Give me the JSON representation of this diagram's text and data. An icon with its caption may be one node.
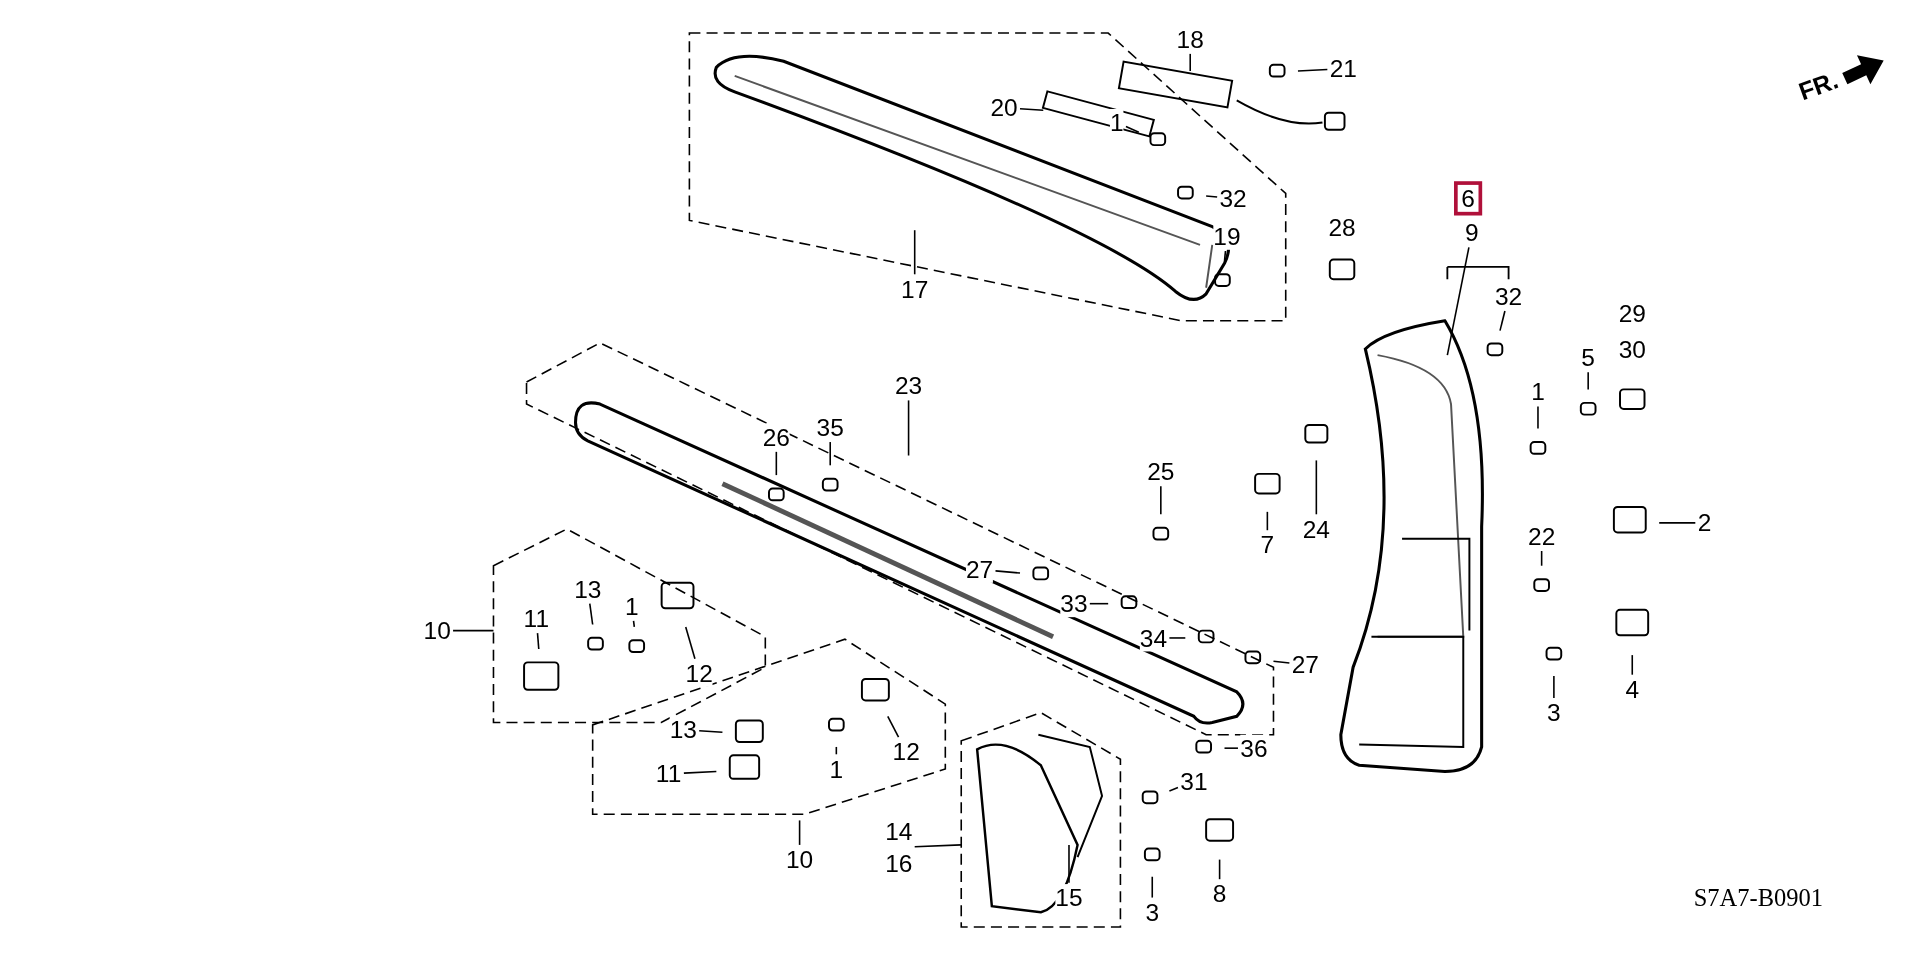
{
  "diagram": {
    "nodes": [
      {
        "text": [
          "18"
        ]
      },
      {
        "text": [
          "21"
        ]
      },
      {
        "text": [
          "20"
        ]
      },
      {
        "text": [
          "1"
        ]
      },
      {
        "text": [
          "6"
        ]
      },
      {
        "text": [
          "32"
        ]
      },
      {
        "text": [
          "9"
        ]
      },
      {
        "text": [
          "19"
        ]
      },
      {
        "text": [
          "17"
        ]
      },
      {
        "text": [
          "32"
        ]
      },
      {
        "text": [
          "5"
        ]
      },
      {
        "text": [
          "23"
        ]
      },
      {
        "text": [
          "1"
        ]
      },
      {
        "text": [
          "35"
        ]
      },
      {
        "text": [
          "26"
        ]
      },
      {
        "text": [
          "25"
        ]
      },
      {
        "text": [
          "2"
        ]
      },
      {
        "text": [
          "24"
        ]
      },
      {
        "text": [
          "22"
        ]
      },
      {
        "text": [
          "7"
        ]
      },
      {
        "text": [
          "27"
        ]
      },
      {
        "text": [
          "13"
        ]
      },
      {
        "text": [
          "33"
        ]
      },
      {
        "text": [
          "1"
        ]
      },
      {
        "text": [
          "11"
        ]
      },
      {
        "text": [
          "10"
        ]
      },
      {
        "text": [
          "34"
        ]
      },
      {
        "text": [
          "27"
        ]
      },
      {
        "text": [
          "12"
        ]
      },
      {
        "text": [
          "4"
        ]
      },
      {
        "text": [
          "3"
        ]
      },
      {
        "text": [
          "13"
        ]
      },
      {
        "text": [
          "36"
        ]
      },
      {
        "text": [
          "12"
        ]
      },
      {
        "text": [
          "1"
        ]
      },
      {
        "text": [
          "11"
        ]
      },
      {
        "text": [
          "31"
        ]
      },
      {
        "text": [
          "14",
          "16"
        ]
      },
      {
        "text": [
          "10"
        ]
      },
      {
        "text": [
          "8"
        ]
      },
      {
        "text": [
          "15"
        ]
      },
      {
        "text": [
          "3"
        ]
      }
    ],
    "edges": [
      {
        "from": 0,
        "to": null,
        "arrow": "none"
      },
      {
        "from": 1,
        "to": null,
        "arrow": "none"
      },
      {
        "from": 2,
        "to": null,
        "arrow": "none"
      },
      {
        "from": 3,
        "to": null,
        "arrow": "none"
      },
      {
        "from": 5,
        "to": null,
        "arrow": "none"
      },
      {
        "from": 6,
        "to": null,
        "arrow": "none"
      },
      {
        "from": 7,
        "to": null,
        "arrow": "none"
      },
      {
        "from": 8,
        "to": null,
        "arrow": "none"
      },
      {
        "from": 9,
        "to": null,
        "arrow": "none"
      },
      {
        "from": 10,
        "to": null,
        "arrow": "none"
      },
      {
        "from": 11,
        "to": null,
        "arrow": "none"
      },
      {
        "from": 12,
        "to": null,
        "arrow": "none"
      },
      {
        "from": 13,
        "to": null,
        "arrow": "none"
      },
      {
        "from": 14,
        "to": null,
        "arrow": "none"
      },
      {
        "from": 15,
        "to": null,
        "arrow": "none"
      },
      {
        "from": 16,
        "to": null,
        "arrow": "none"
      },
      {
        "from": 17,
        "to": null,
        "arrow": "none"
      },
      {
        "from": 18,
        "to": null,
        "arrow": "none"
      },
      {
        "from": 19,
        "to": null,
        "arrow": "none"
      },
      {
        "from": 20,
        "to": null,
        "arrow": "none"
      },
      {
        "from": 21,
        "to": null,
        "arrow": "none"
      },
      {
        "from": 22,
        "to": null,
        "arrow": "none"
      },
      {
        "from": 23,
        "to": null,
        "arrow": "none"
      },
      {
        "from": 24,
        "to": null,
        "arrow": "none"
      },
      {
        "from": 25,
        "to": null,
        "arrow": "none"
      },
      {
        "from": 26,
        "to": null,
        "arrow": "none"
      },
      {
        "from": 27,
        "to": null,
        "arrow": "none"
      },
      {
        "from": 28,
        "to": null,
        "arrow": "none"
      },
      {
        "from": 29,
        "to": null,
        "arrow": "none"
      },
      {
        "from": 30,
        "to": null,
        "arrow": "none"
      },
      {
        "from": 31,
        "to": null,
        "arrow": "none"
      },
      {
        "from": 32,
        "to": null,
        "arrow": "none"
      },
      {
        "from": 33,
        "to": null,
        "arrow": "none"
      },
      {
        "from": 34,
        "to": null,
        "arrow": "none"
      },
      {
        "from": 35,
        "to": null,
        "arrow": "none"
      },
      {
        "from": 36,
        "to": null,
        "arrow": "none"
      },
      {
        "from": 37,
        "to": null,
        "arrow": "none"
      },
      {
        "from": 38,
        "to": null,
        "arrow": "none"
      },
      {
        "from": 39,
        "to": null,
        "arrow": "none"
      },
      {
        "from": 40,
        "to": null,
        "arrow": "none"
      },
      {
        "from": 41,
        "to": null,
        "arrow": "none"
      }
    ],
    "labels": [
      "FR.",
      "28",
      "29",
      "30",
      "S7A7-B0901"
    ]
  }
}
